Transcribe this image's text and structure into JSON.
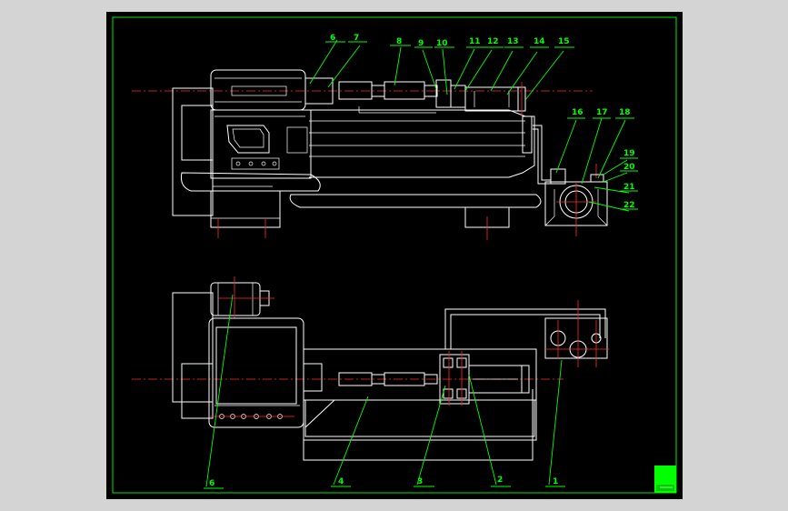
{
  "drawing": {
    "colors": {
      "background": "#d4d4d4",
      "sheet": "#000000",
      "frame": "#00ff00",
      "geometry": "#ffffff",
      "center_lines": "#ff2a2a",
      "leaders": "#00ff00"
    },
    "title_block_icon": "title-block",
    "front_view_labels": [
      "6",
      "7",
      "8",
      "9",
      "10",
      "11",
      "12",
      "13",
      "14",
      "15",
      "16",
      "17",
      "18",
      "19",
      "20",
      "21",
      "22"
    ],
    "top_view_labels": [
      "6",
      "4",
      "3",
      "2",
      "1"
    ]
  }
}
